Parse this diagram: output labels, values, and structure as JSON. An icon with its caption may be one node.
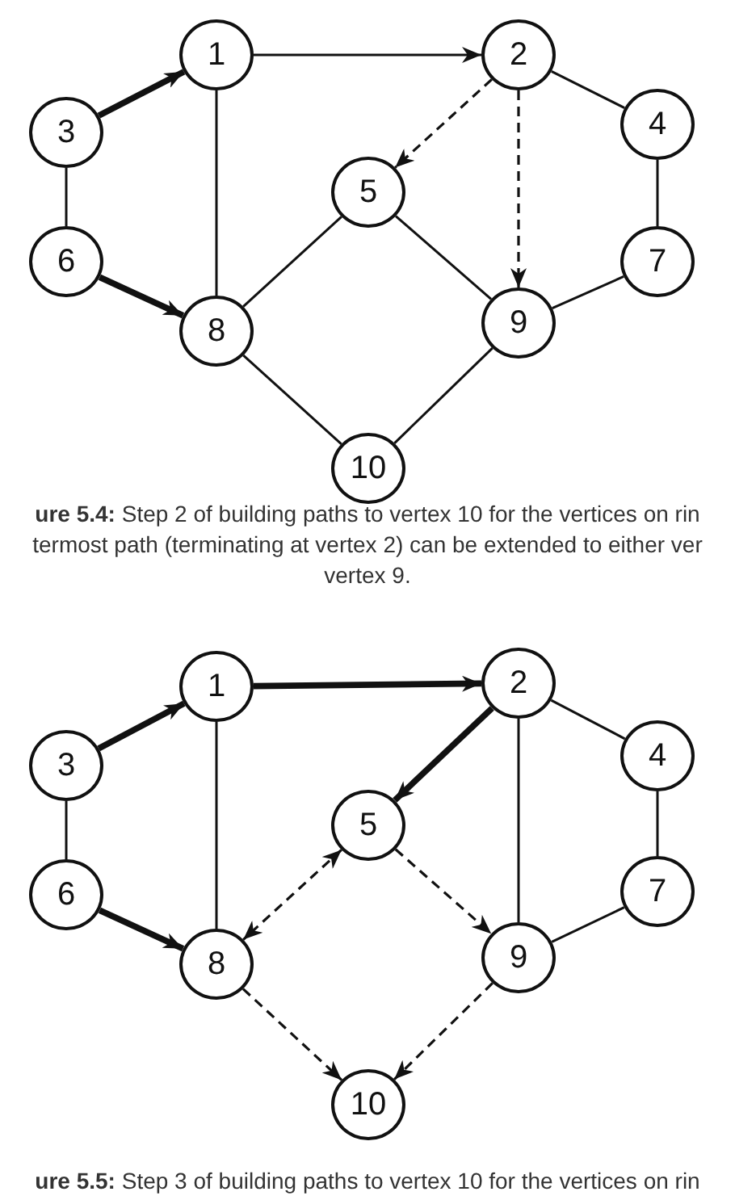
{
  "diagram": {
    "nodes": [
      {
        "text": [
          "1"
        ]
      },
      {
        "text": [
          "2"
        ]
      },
      {
        "text": [
          "3"
        ]
      },
      {
        "text": [
          "4"
        ]
      },
      {
        "text": [
          "5"
        ]
      },
      {
        "text": [
          "6"
        ]
      },
      {
        "text": [
          "7"
        ]
      },
      {
        "text": [
          "8"
        ]
      },
      {
        "text": [
          "9"
        ]
      },
      {
        "text": [
          "10"
        ]
      },
      {
        "text": [
          "1"
        ]
      },
      {
        "text": [
          "2"
        ]
      },
      {
        "text": [
          "3"
        ]
      },
      {
        "text": [
          "4"
        ]
      },
      {
        "text": [
          "5"
        ]
      },
      {
        "text": [
          "6"
        ]
      },
      {
        "text": [
          "7"
        ]
      },
      {
        "text": [
          "8"
        ]
      },
      {
        "text": [
          "9"
        ]
      },
      {
        "text": [
          "10"
        ]
      }
    ],
    "edges": [
      {
        "from": 2,
        "to": 0,
        "arrow": "to",
        "style": "thick"
      },
      {
        "from": 0,
        "to": 1,
        "arrow": "to"
      },
      {
        "from": 2,
        "to": 5,
        "arrow": "none"
      },
      {
        "from": 5,
        "to": 7,
        "arrow": "to",
        "style": "thick"
      },
      {
        "from": 0,
        "to": 7,
        "arrow": "none"
      },
      {
        "from": 1,
        "to": 4,
        "arrow": "to",
        "style": "dashed"
      },
      {
        "from": 1,
        "to": 8,
        "arrow": "to",
        "style": "dashed"
      },
      {
        "from": 1,
        "to": 3,
        "arrow": "none"
      },
      {
        "from": 3,
        "to": 6,
        "arrow": "none"
      },
      {
        "from": 4,
        "to": 7,
        "arrow": "none"
      },
      {
        "from": 4,
        "to": 8,
        "arrow": "none"
      },
      {
        "from": 6,
        "to": 8,
        "arrow": "none"
      },
      {
        "from": 7,
        "to": 9,
        "arrow": "none"
      },
      {
        "from": 8,
        "to": 9,
        "arrow": "none"
      },
      {
        "from": 12,
        "to": 10,
        "arrow": "to",
        "style": "thick"
      },
      {
        "from": 10,
        "to": 11,
        "arrow": "to",
        "style": "thick"
      },
      {
        "from": 12,
        "to": 15,
        "arrow": "none"
      },
      {
        "from": 15,
        "to": 17,
        "arrow": "to",
        "style": "thick"
      },
      {
        "from": 10,
        "to": 17,
        "arrow": "none"
      },
      {
        "from": 11,
        "to": 14,
        "arrow": "to",
        "style": "thick"
      },
      {
        "from": 11,
        "to": 18,
        "arrow": "none"
      },
      {
        "from": 11,
        "to": 13,
        "arrow": "none"
      },
      {
        "from": 13,
        "to": 16,
        "arrow": "none"
      },
      {
        "from": 14,
        "to": 17,
        "arrow": "both",
        "style": "dashed"
      },
      {
        "from": 14,
        "to": 18,
        "arrow": "to",
        "style": "dashed"
      },
      {
        "from": 16,
        "to": 18,
        "arrow": "none"
      },
      {
        "from": 17,
        "to": 19,
        "arrow": "to",
        "style": "dashed"
      },
      {
        "from": 18,
        "to": 19,
        "arrow": "to",
        "style": "dashed"
      }
    ],
    "labels": [
      "**ure 5.4:** Step 2 of building paths to vertex 10 for the vertices on rin termost path (terminating at vertex 2) can be extended to either ver vertex 9.",
      "**ure 5.5:** Step 3 of building paths to vertex 10 for the vertices on rin"
    ]
  }
}
